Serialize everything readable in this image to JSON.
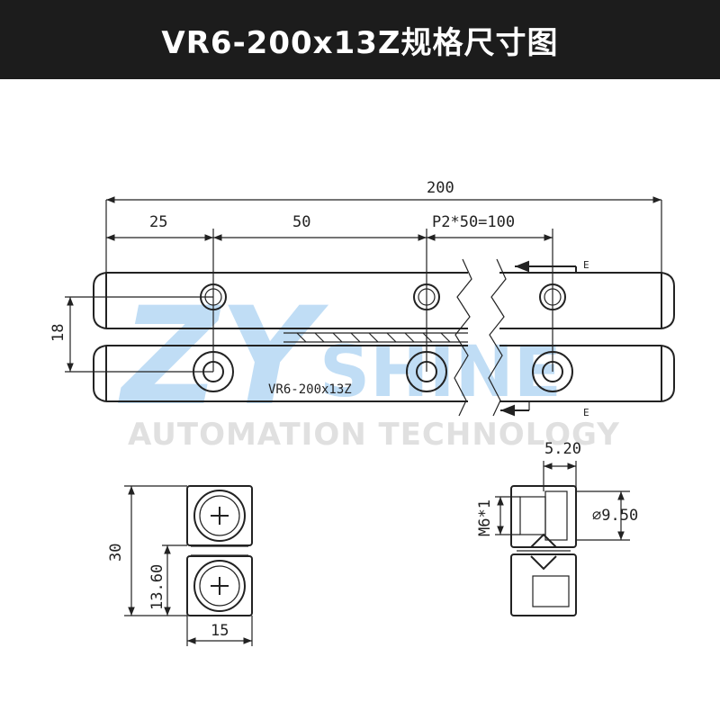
{
  "header": {
    "title": "VR6-200x13Z规格尺寸图"
  },
  "drawing": {
    "dim_total": "200",
    "dim_first": "25",
    "dim_pitch": "50",
    "dim_pitch_total": "P2*50=100",
    "dim_height": "18",
    "rail_label": "VR6-200x13Z",
    "section_mark": "E",
    "dim_section_height": "30",
    "dim_section_half": "13.60",
    "dim_section_width": "15",
    "dim_counterbore_depth": "5.20",
    "dim_counterbore_dia": "∅9.50",
    "dim_thread": "M6*1"
  },
  "watermark": {
    "brand_initials": "ZY",
    "brand_name": "SHINE",
    "tagline": "AUTOMATION TECHNOLOGY"
  },
  "colors": {
    "header_bg": "#1c1c1c",
    "watermark_blue": "#7bb6e8",
    "line": "#222222"
  }
}
